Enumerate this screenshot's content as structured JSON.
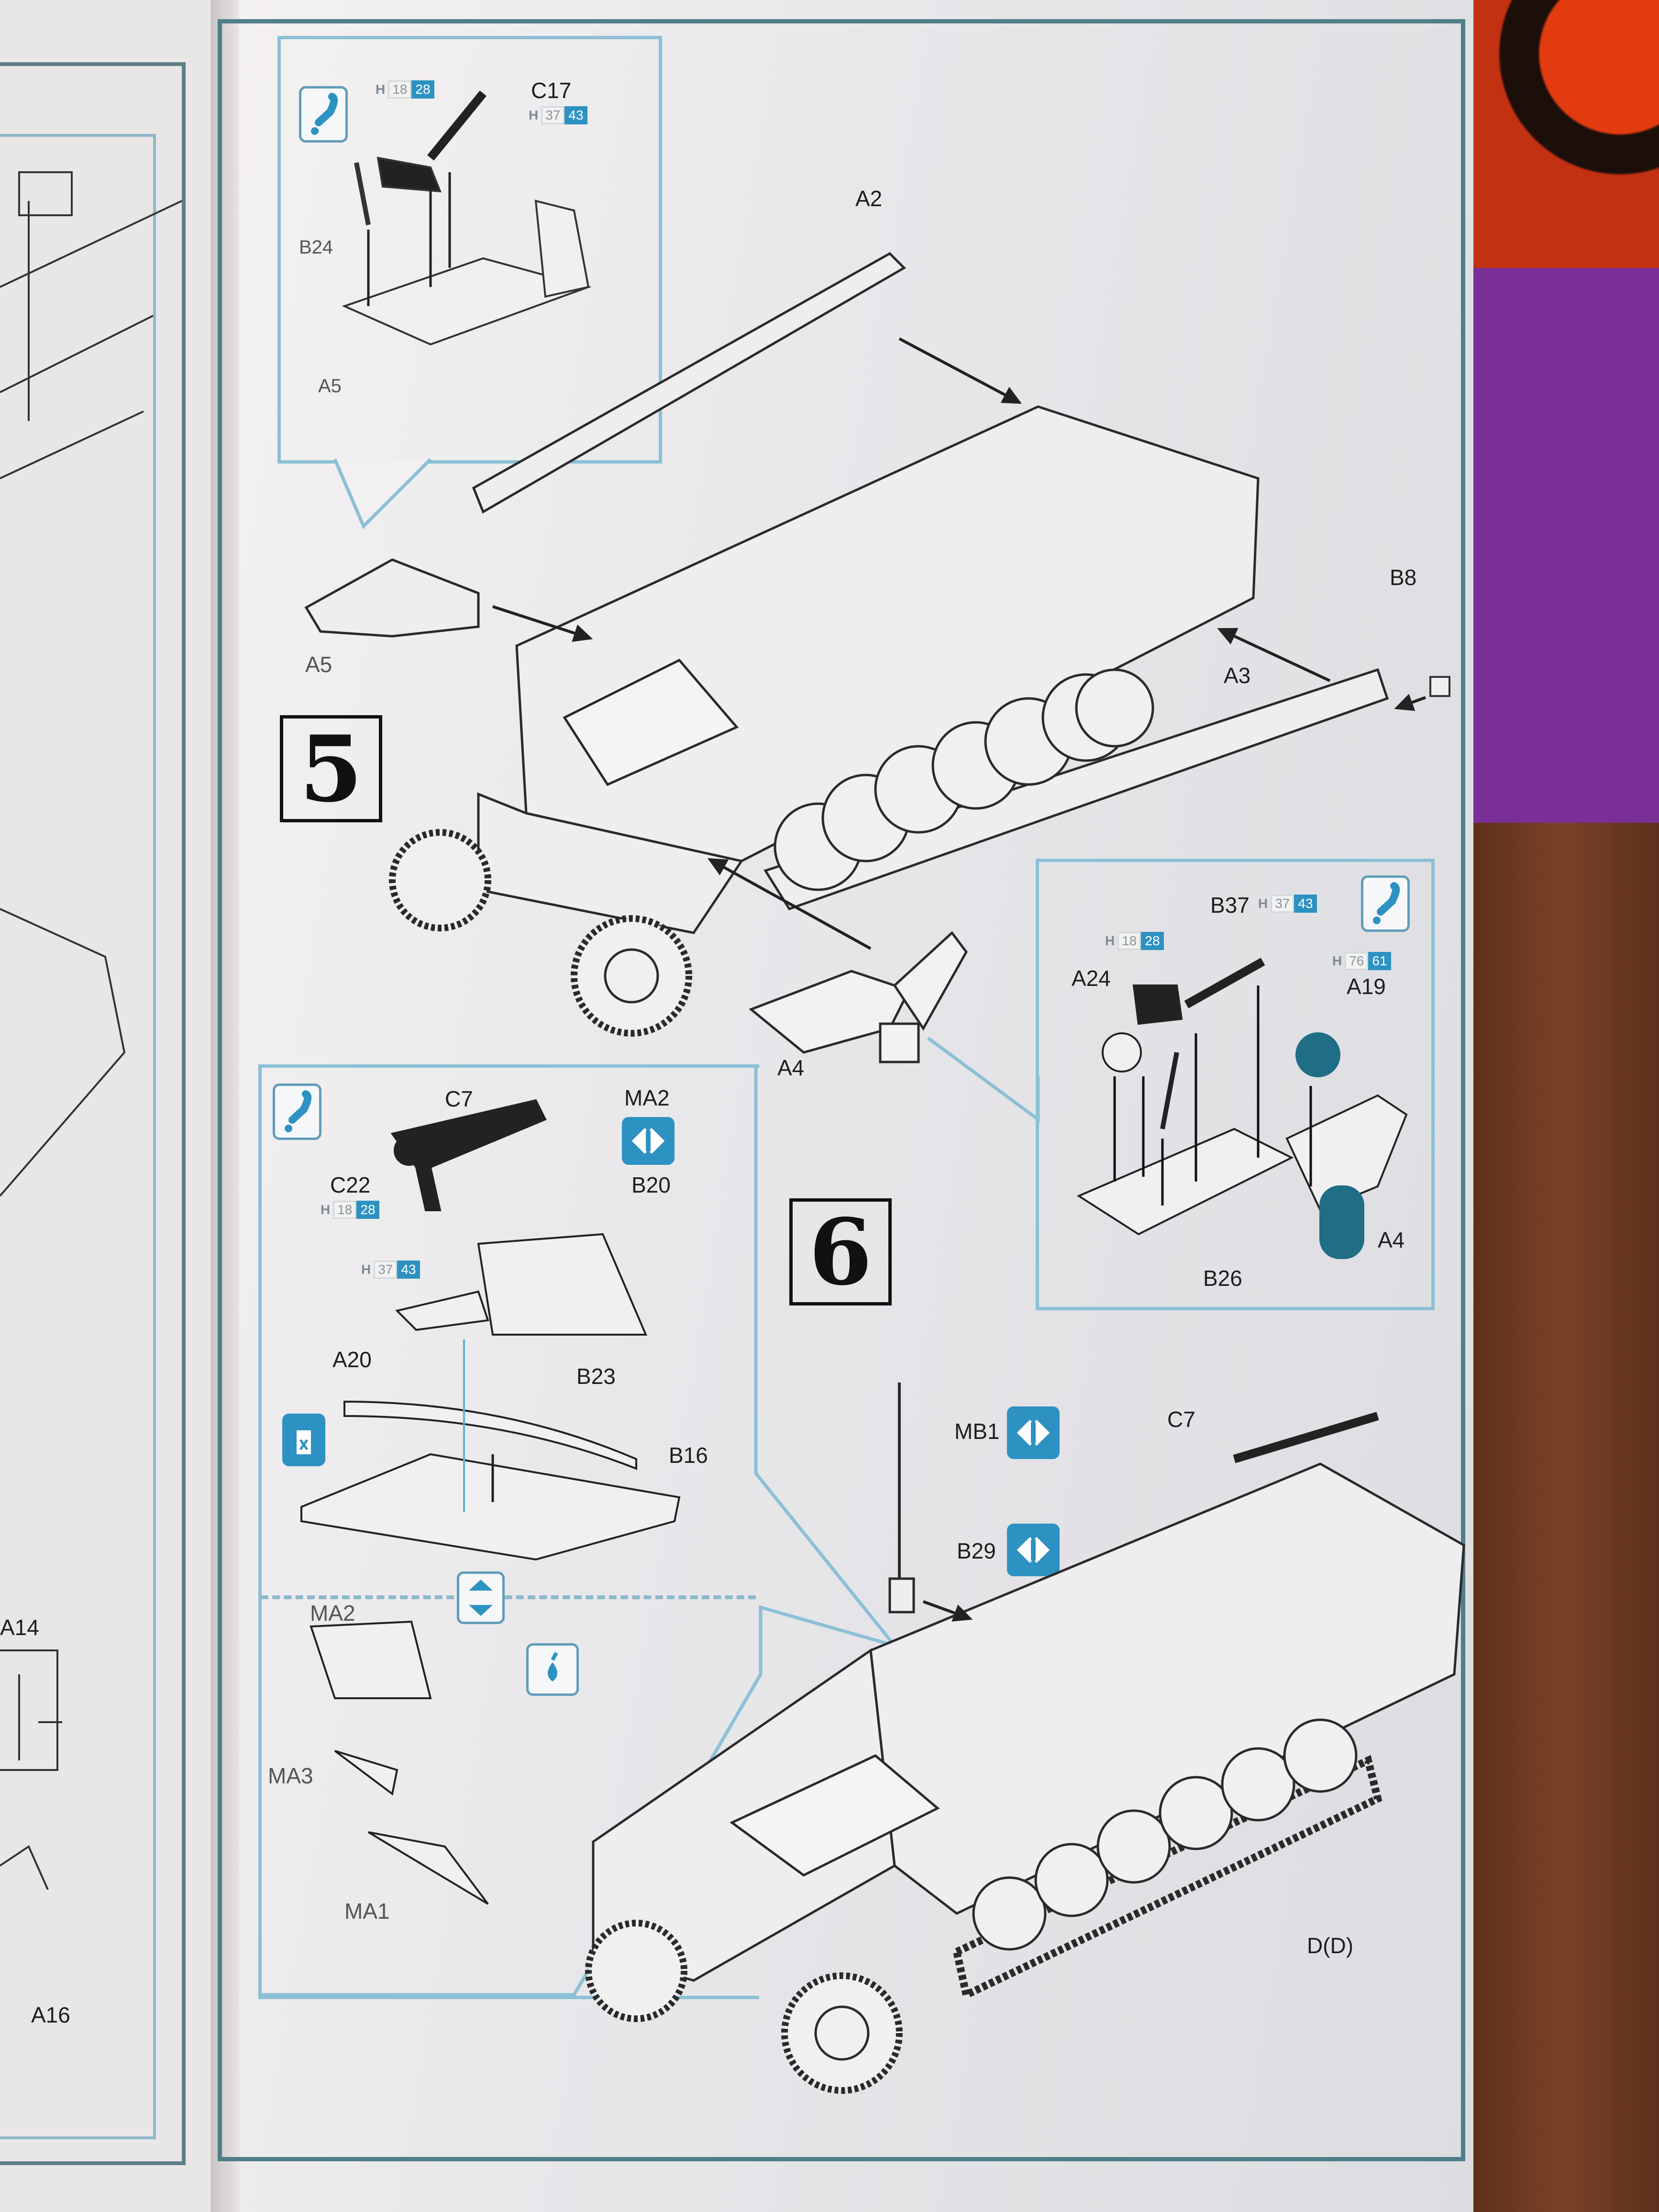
{
  "manual": {
    "steps": [
      {
        "number": "5"
      },
      {
        "number": "6"
      }
    ],
    "step5": {
      "inset_top": {
        "icon": "caution-exclamation-icon",
        "parts": [
          "C17",
          "B24",
          "A5"
        ],
        "paints": [
          {
            "prefix": "H",
            "code_a": "18",
            "code_b": "28"
          },
          {
            "prefix": "H",
            "code_a": "37",
            "code_b": "43"
          }
        ]
      },
      "labels": [
        "A2",
        "A5",
        "B8",
        "A3",
        "A4"
      ]
    },
    "step6": {
      "inset_right": {
        "icon": "caution-exclamation-icon",
        "parts": [
          "B37",
          "A24",
          "A19",
          "B26",
          "A4"
        ],
        "paints": [
          {
            "prefix": "H",
            "code_a": "37",
            "code_b": "43"
          },
          {
            "prefix": "H",
            "code_a": "18",
            "code_b": "28"
          },
          {
            "prefix": "H",
            "code_a": "76",
            "code_b": "61"
          }
        ]
      },
      "inset_left": {
        "icon": "caution-exclamation-icon",
        "parts": [
          "C7",
          "MA2",
          "C22",
          "B20",
          "A20",
          "B23",
          "B16",
          "MA2",
          "MA3",
          "MA1"
        ],
        "paints": [
          {
            "prefix": "H",
            "code_a": "18",
            "code_b": "28"
          },
          {
            "prefix": "H",
            "code_a": "37",
            "code_b": "43"
          }
        ],
        "icons": [
          "choose-option-icon",
          "no-glue-icon",
          "alternate-option-icon",
          "water-drop-decal-icon"
        ]
      },
      "labels": [
        "MB1",
        "B29",
        "C7",
        "D(D)"
      ],
      "icons": [
        "choose-option-icon",
        "choose-option-icon"
      ]
    },
    "left_page_labels": [
      "A14",
      "A16"
    ]
  },
  "colors": {
    "accent_blue": "#2d92c2",
    "frame_teal": "#4f7f88",
    "inset_blue": "#8cc0d6",
    "part_teal": "#1f6e86"
  }
}
